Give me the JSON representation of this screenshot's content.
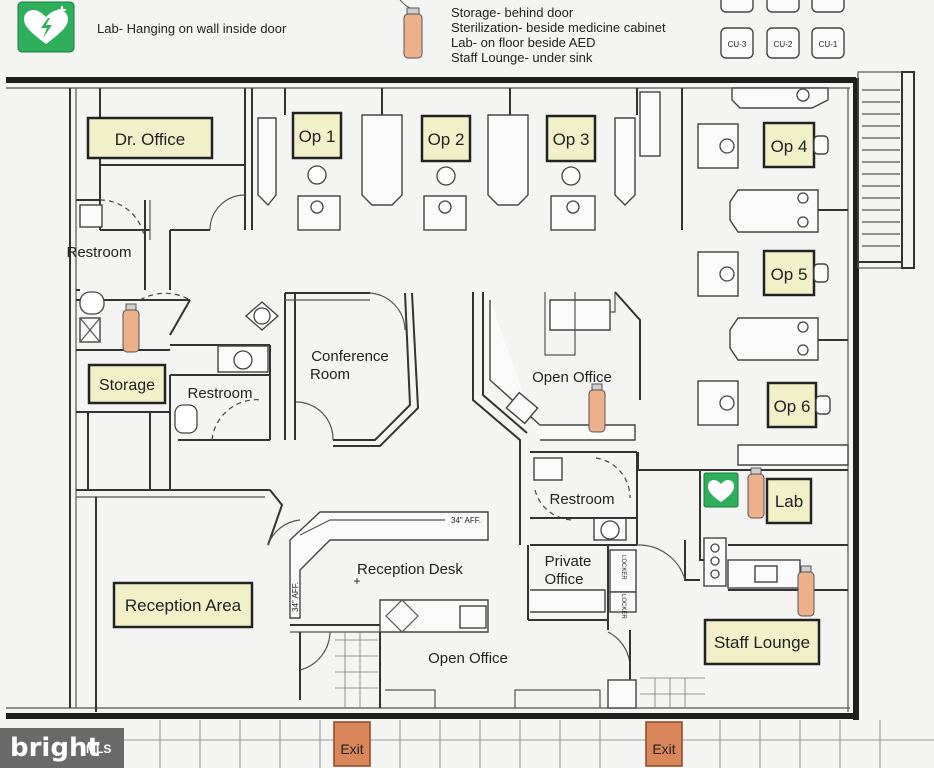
{
  "legend": {
    "aed_location": "Lab- Hanging on wall inside door",
    "extinguisher_locations": [
      "Storage- behind door",
      "Sterilization- beside medicine cabinet",
      "Lab- on floor beside AED",
      "Staff Lounge- under sink"
    ],
    "unit_labels": [
      "CU-3",
      "CU-2",
      "CU-1"
    ]
  },
  "rooms": {
    "office": "Dr. Office",
    "op1": "Op 1",
    "op2": "Op 2",
    "op3": "Op 3",
    "op4": "Op 4",
    "op5": "Op 5",
    "op6": "Op 6",
    "restroom_nw": "Restroom",
    "storage": "Storage",
    "restroom_mid": "Restroom",
    "conference_line1": "Conference",
    "conference_line2": "Room",
    "open_office_upper": "Open Office",
    "restroom_center": "Restroom",
    "lab": "Lab",
    "reception_desk": "Reception Desk",
    "private_office_line1": "Private",
    "private_office_line2": "Office",
    "reception_area": "Reception Area",
    "open_office_lower": "Open Office",
    "staff_lounge": "Staff Lounge"
  },
  "annotations": {
    "counter_height_1": "34\" AFF.",
    "counter_height_2": "34\" AFF.",
    "locker_1": "LOCKER",
    "locker_2": "LOCKER"
  },
  "exits": [
    "Exit",
    "Exit"
  ],
  "watermark": {
    "brand": "bright",
    "mls": "MLS"
  }
}
